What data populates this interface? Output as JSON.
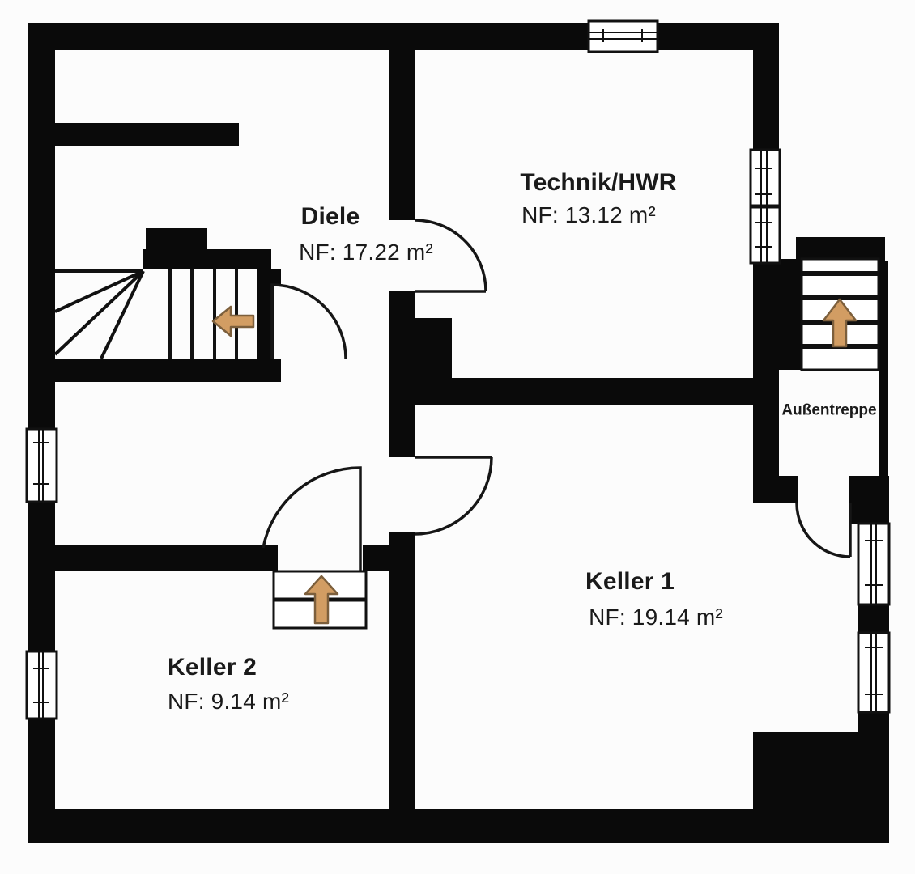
{
  "rooms": {
    "diele": {
      "name": "Diele",
      "area": "NF: 17.22 m²"
    },
    "technik": {
      "name": "Technik/HWR",
      "area": "NF: 13.12 m²"
    },
    "keller1": {
      "name": "Keller 1",
      "area": "NF: 19.14 m²"
    },
    "keller2": {
      "name": "Keller 2",
      "area": "NF: 9.14 m²"
    }
  },
  "labels": {
    "outdoor_staircase": "Außentreppe"
  },
  "icons": {
    "stair_direction_interior": "left-arrow",
    "stair_direction_keller2": "up-arrow",
    "stair_direction_outdoor": "up-arrow"
  },
  "colors": {
    "wall": "#0a0a0a",
    "background": "#fcfcfc",
    "arrow_fill": "#d29d63",
    "arrow_outline": "#7c5f3c"
  }
}
